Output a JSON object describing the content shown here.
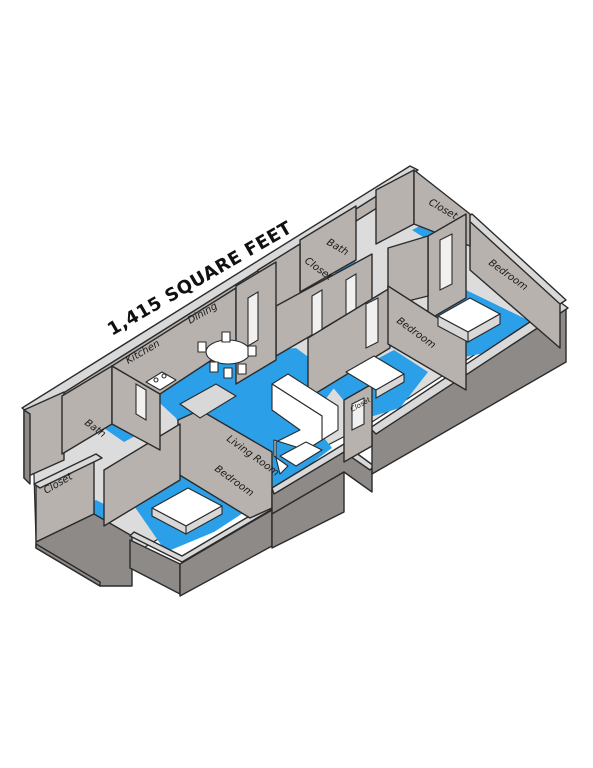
{
  "floorplan": {
    "area_label": "1,415 SQUARE FEET",
    "rooms": {
      "closet_top": "Closet",
      "bath_top": "Bath",
      "closet_mid": "Closet",
      "bedroom_right": "Bedroom",
      "bedroom_center": "Bedroom",
      "closet_small": "Closet",
      "dining": "Dining",
      "kitchen": "Kitchen",
      "bath_left": "Bath",
      "living_room": "Living Room",
      "closet_left": "Closet",
      "bedroom_left": "Bedroom"
    },
    "colors": {
      "floor": "#2b9fe8",
      "wall_top": "#d9d9d9",
      "wall_side": "#8e8a87"
    }
  }
}
